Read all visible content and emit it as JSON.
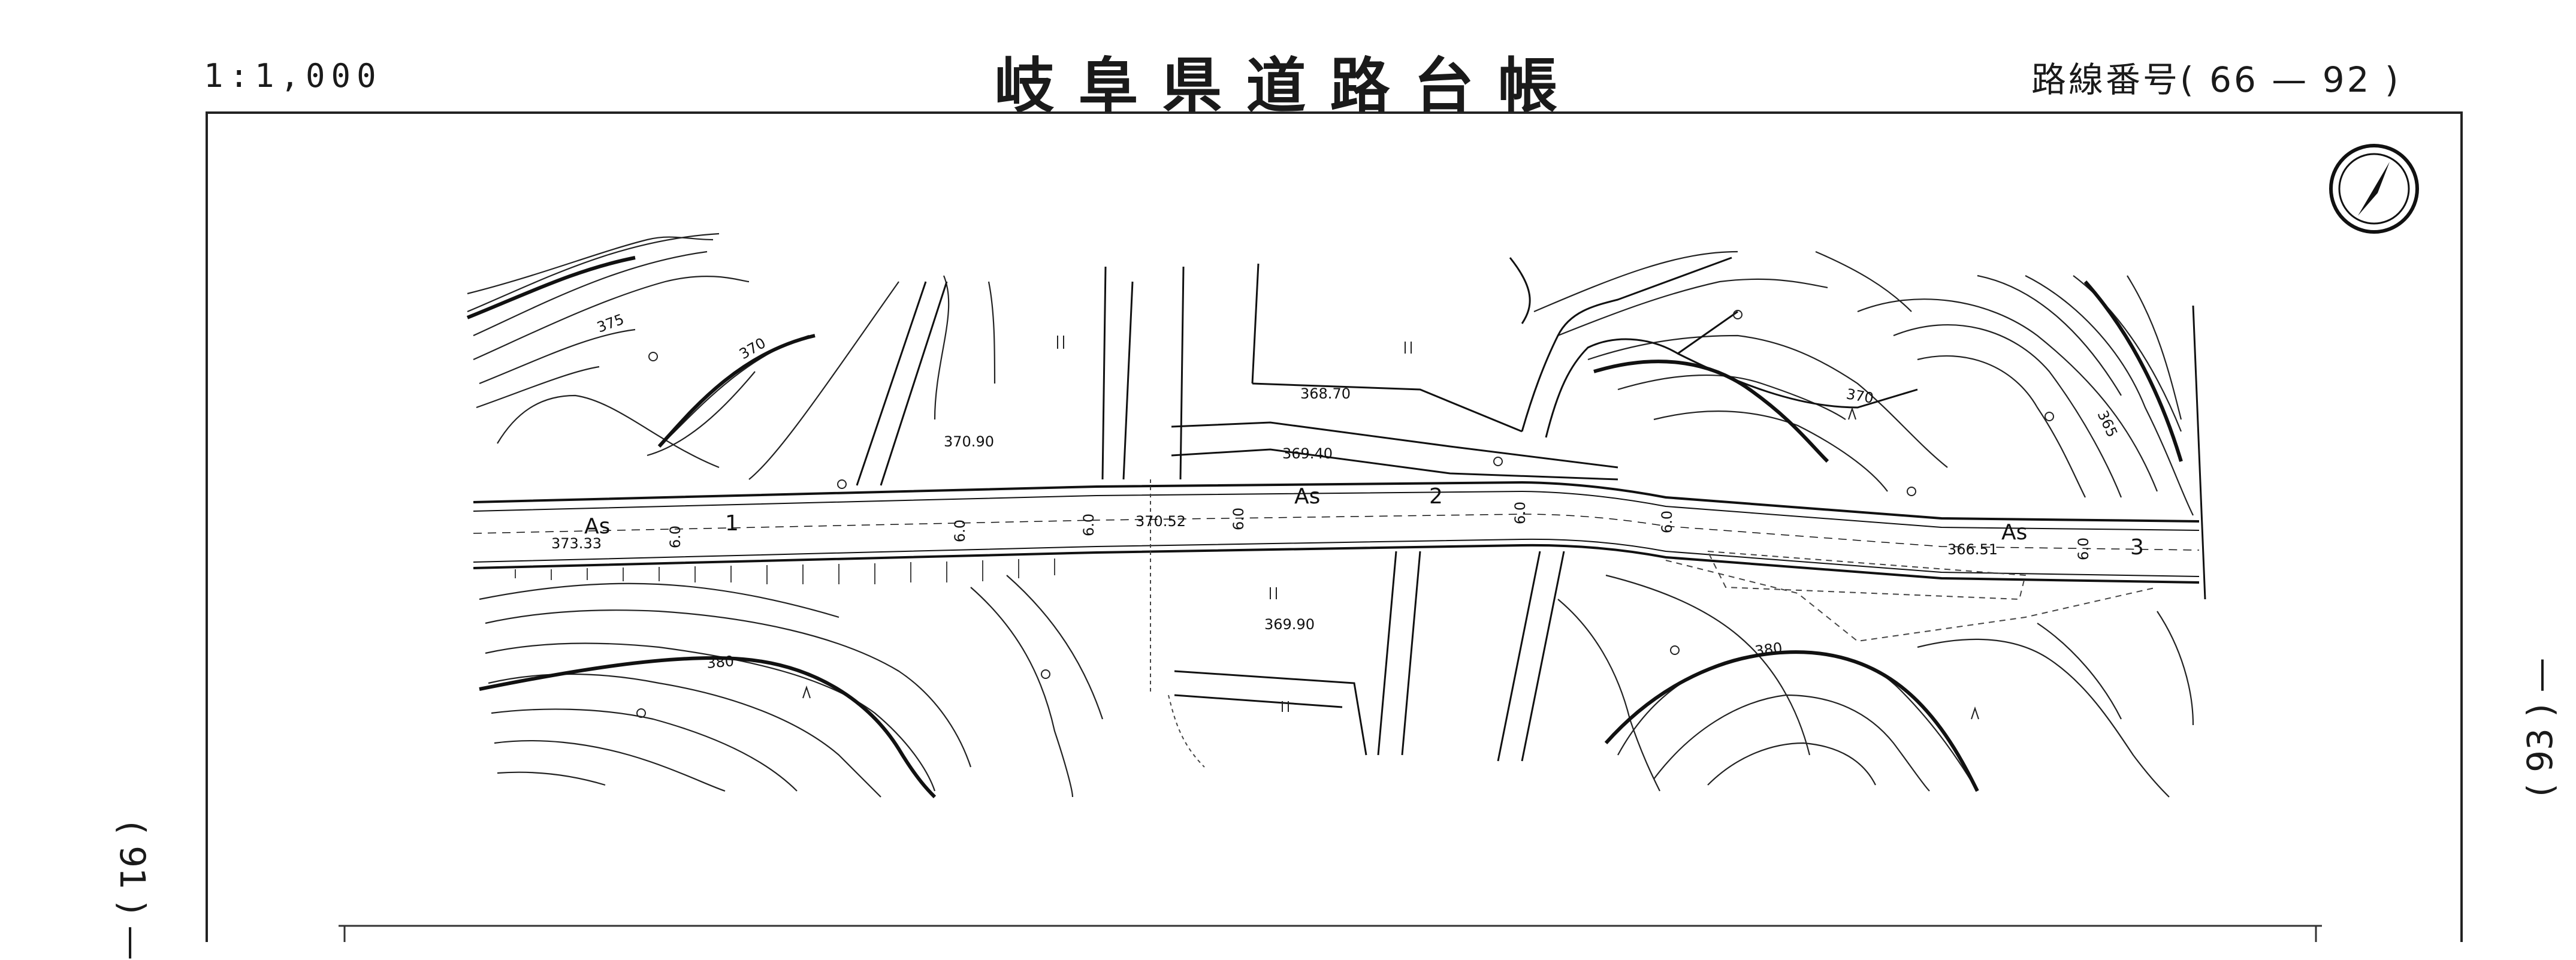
{
  "header": {
    "scale": "1:1,000",
    "title": "岐阜県道路台帳",
    "route_label": "路線番号( 66 — 92 )"
  },
  "page_refs": {
    "left": "( 91 ) —",
    "right": "( 93 ) —"
  },
  "map": {
    "north_arrow": "north-arrow-icon",
    "contour_labels": [
      "375",
      "370",
      "370",
      "365",
      "380",
      "380"
    ],
    "spot_heights": [
      "368.70",
      "370.90",
      "369.40",
      "373.33",
      "370.52",
      "369.90",
      "366.51"
    ],
    "surface_labels": [
      "As",
      "As",
      "As"
    ],
    "station_numbers": [
      "1",
      "2",
      "3"
    ],
    "road_widths": [
      "6.0",
      "6.0",
      "6.0",
      "6.0",
      "6.0",
      "6.0",
      "6.0"
    ]
  }
}
